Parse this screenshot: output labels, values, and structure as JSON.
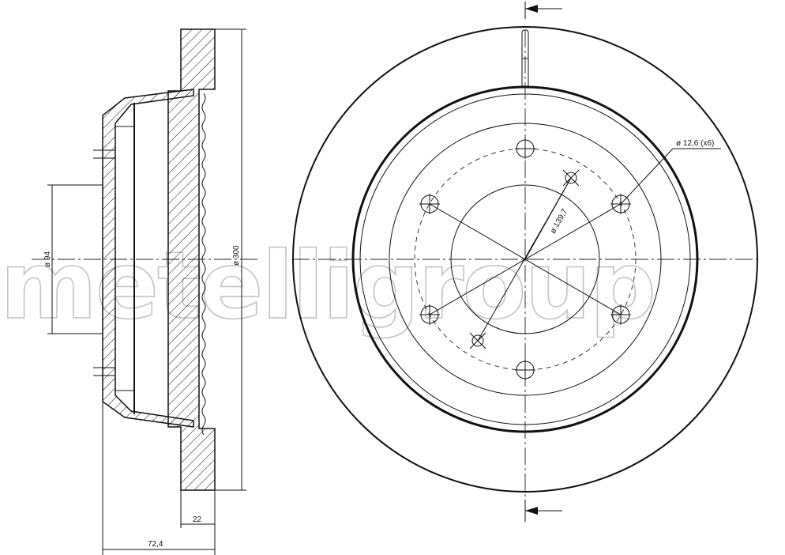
{
  "watermark": "metelligroup",
  "side_view": {
    "dim_outer_diameter": "ø 300",
    "dim_bore_diameter": "ø 94",
    "dim_disc_thickness": "22",
    "dim_total_height": "72,4"
  },
  "front_view": {
    "dim_pcd": "ø 139,7",
    "dim_holes": "ø 12,6 (x6)"
  }
}
